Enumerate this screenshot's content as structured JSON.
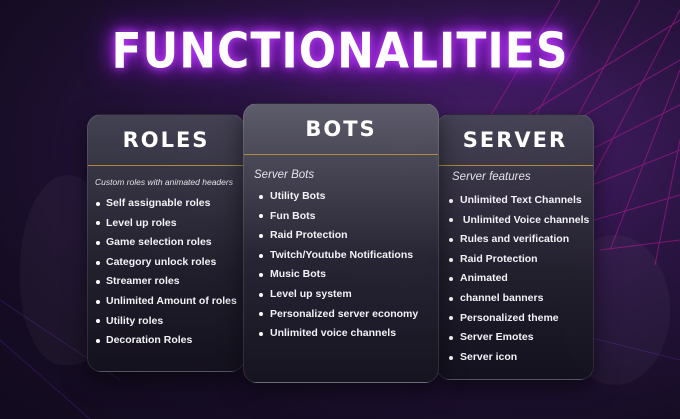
{
  "title": "FUNCTIONALITIES",
  "cards": [
    {
      "heading": "ROLES",
      "subtitle": "Custom roles with animated headers",
      "items": [
        "Self assignable roles",
        "Level up roles",
        "Game selection roles",
        "Category unlock roles",
        "Streamer roles",
        "Unlimited Amount of roles",
        "Utility roles",
        "Decoration Roles"
      ]
    },
    {
      "heading": "BOTS",
      "subtitle": "Server Bots",
      "items": [
        "Utility Bots",
        "Fun Bots",
        "Raid Protection",
        "Twitch/Youtube Notifications",
        "Music Bots",
        "Level up system",
        "Personalized server economy",
        "Unlimited voice channels"
      ]
    },
    {
      "heading": "SERVER",
      "subtitle": "Server features",
      "items": [
        "Unlimited Text Channels",
        " Unlimited Voice channels",
        "Rules and verification",
        "Raid Protection",
        "Animated",
        "channel banners",
        "Personalized theme",
        "Server Emotes",
        "Server icon"
      ]
    }
  ],
  "colors": {
    "accent": "#b026ff",
    "divider": "#b08a3a"
  }
}
